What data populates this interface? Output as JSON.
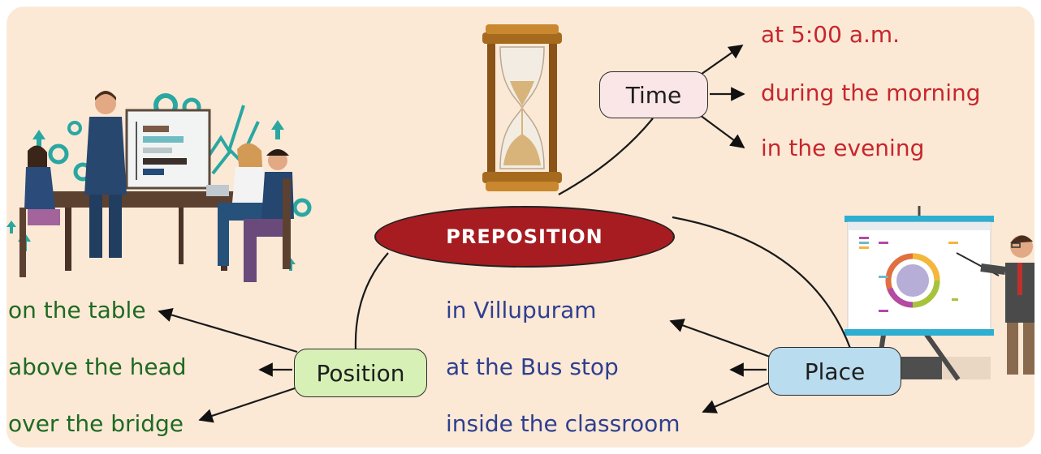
{
  "diagram": {
    "centre_label": "PREPOSITION",
    "categories": [
      {
        "id": "time",
        "label": "Time",
        "examples": [
          "at 5:00 a.m.",
          "during the morning",
          "in the evening"
        ]
      },
      {
        "id": "place",
        "label": "Place",
        "examples": [
          "in Villupuram",
          "at the Bus stop",
          "inside the classroom"
        ]
      },
      {
        "id": "position",
        "label": "Position",
        "examples": [
          "on the table",
          "above the head",
          "over the bridge"
        ]
      }
    ]
  },
  "colors": {
    "background": "#fbe9d6",
    "centre": "#a71c21",
    "time_node": "#fbe6e7",
    "place_node": "#b9dcee",
    "position_node": "#d6f0b6",
    "time_text": "#c7262c",
    "place_text": "#2f3f8f",
    "position_text": "#1f6a22"
  },
  "illustrations": [
    "meeting-illustration",
    "hourglass-illustration",
    "presenter-illustration"
  ]
}
